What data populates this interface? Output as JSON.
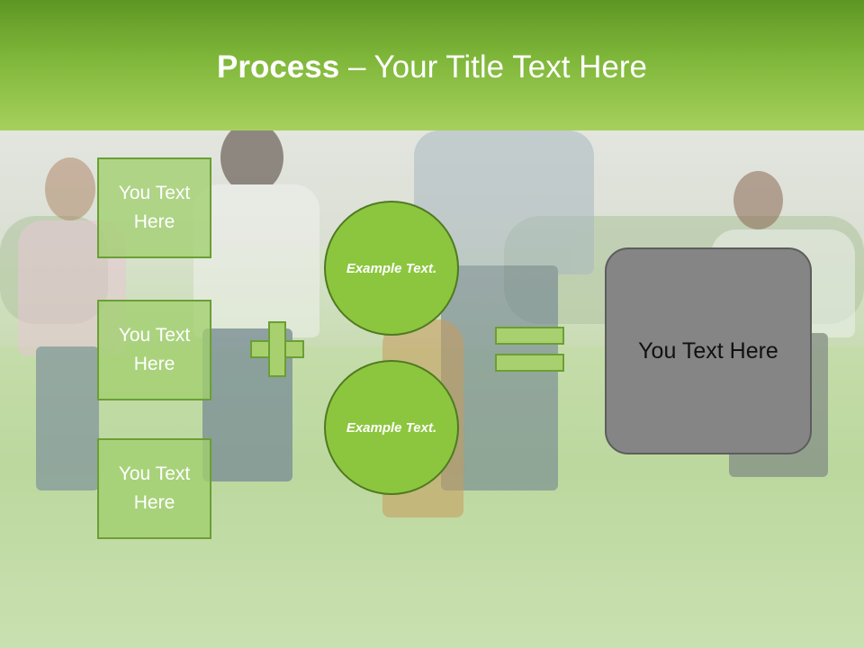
{
  "header": {
    "title_bold": "Process",
    "title_rest": " – Your Title Text Here"
  },
  "left_boxes": [
    {
      "label": "You Text Here"
    },
    {
      "label": "You Text Here"
    },
    {
      "label": "You Text Here"
    }
  ],
  "circles": [
    {
      "label": "Example Text."
    },
    {
      "label": "Example Text."
    }
  ],
  "result": {
    "label": "You Text Here"
  },
  "colors": {
    "header_top": "#5e9624",
    "header_bottom": "#a6d05c",
    "box_fill": "#a2cf6e",
    "circle_fill": "#8cc63e",
    "result_fill": "#858585"
  },
  "icons": {
    "operator_plus": "plus-icon",
    "operator_equals": "equals-icon"
  }
}
